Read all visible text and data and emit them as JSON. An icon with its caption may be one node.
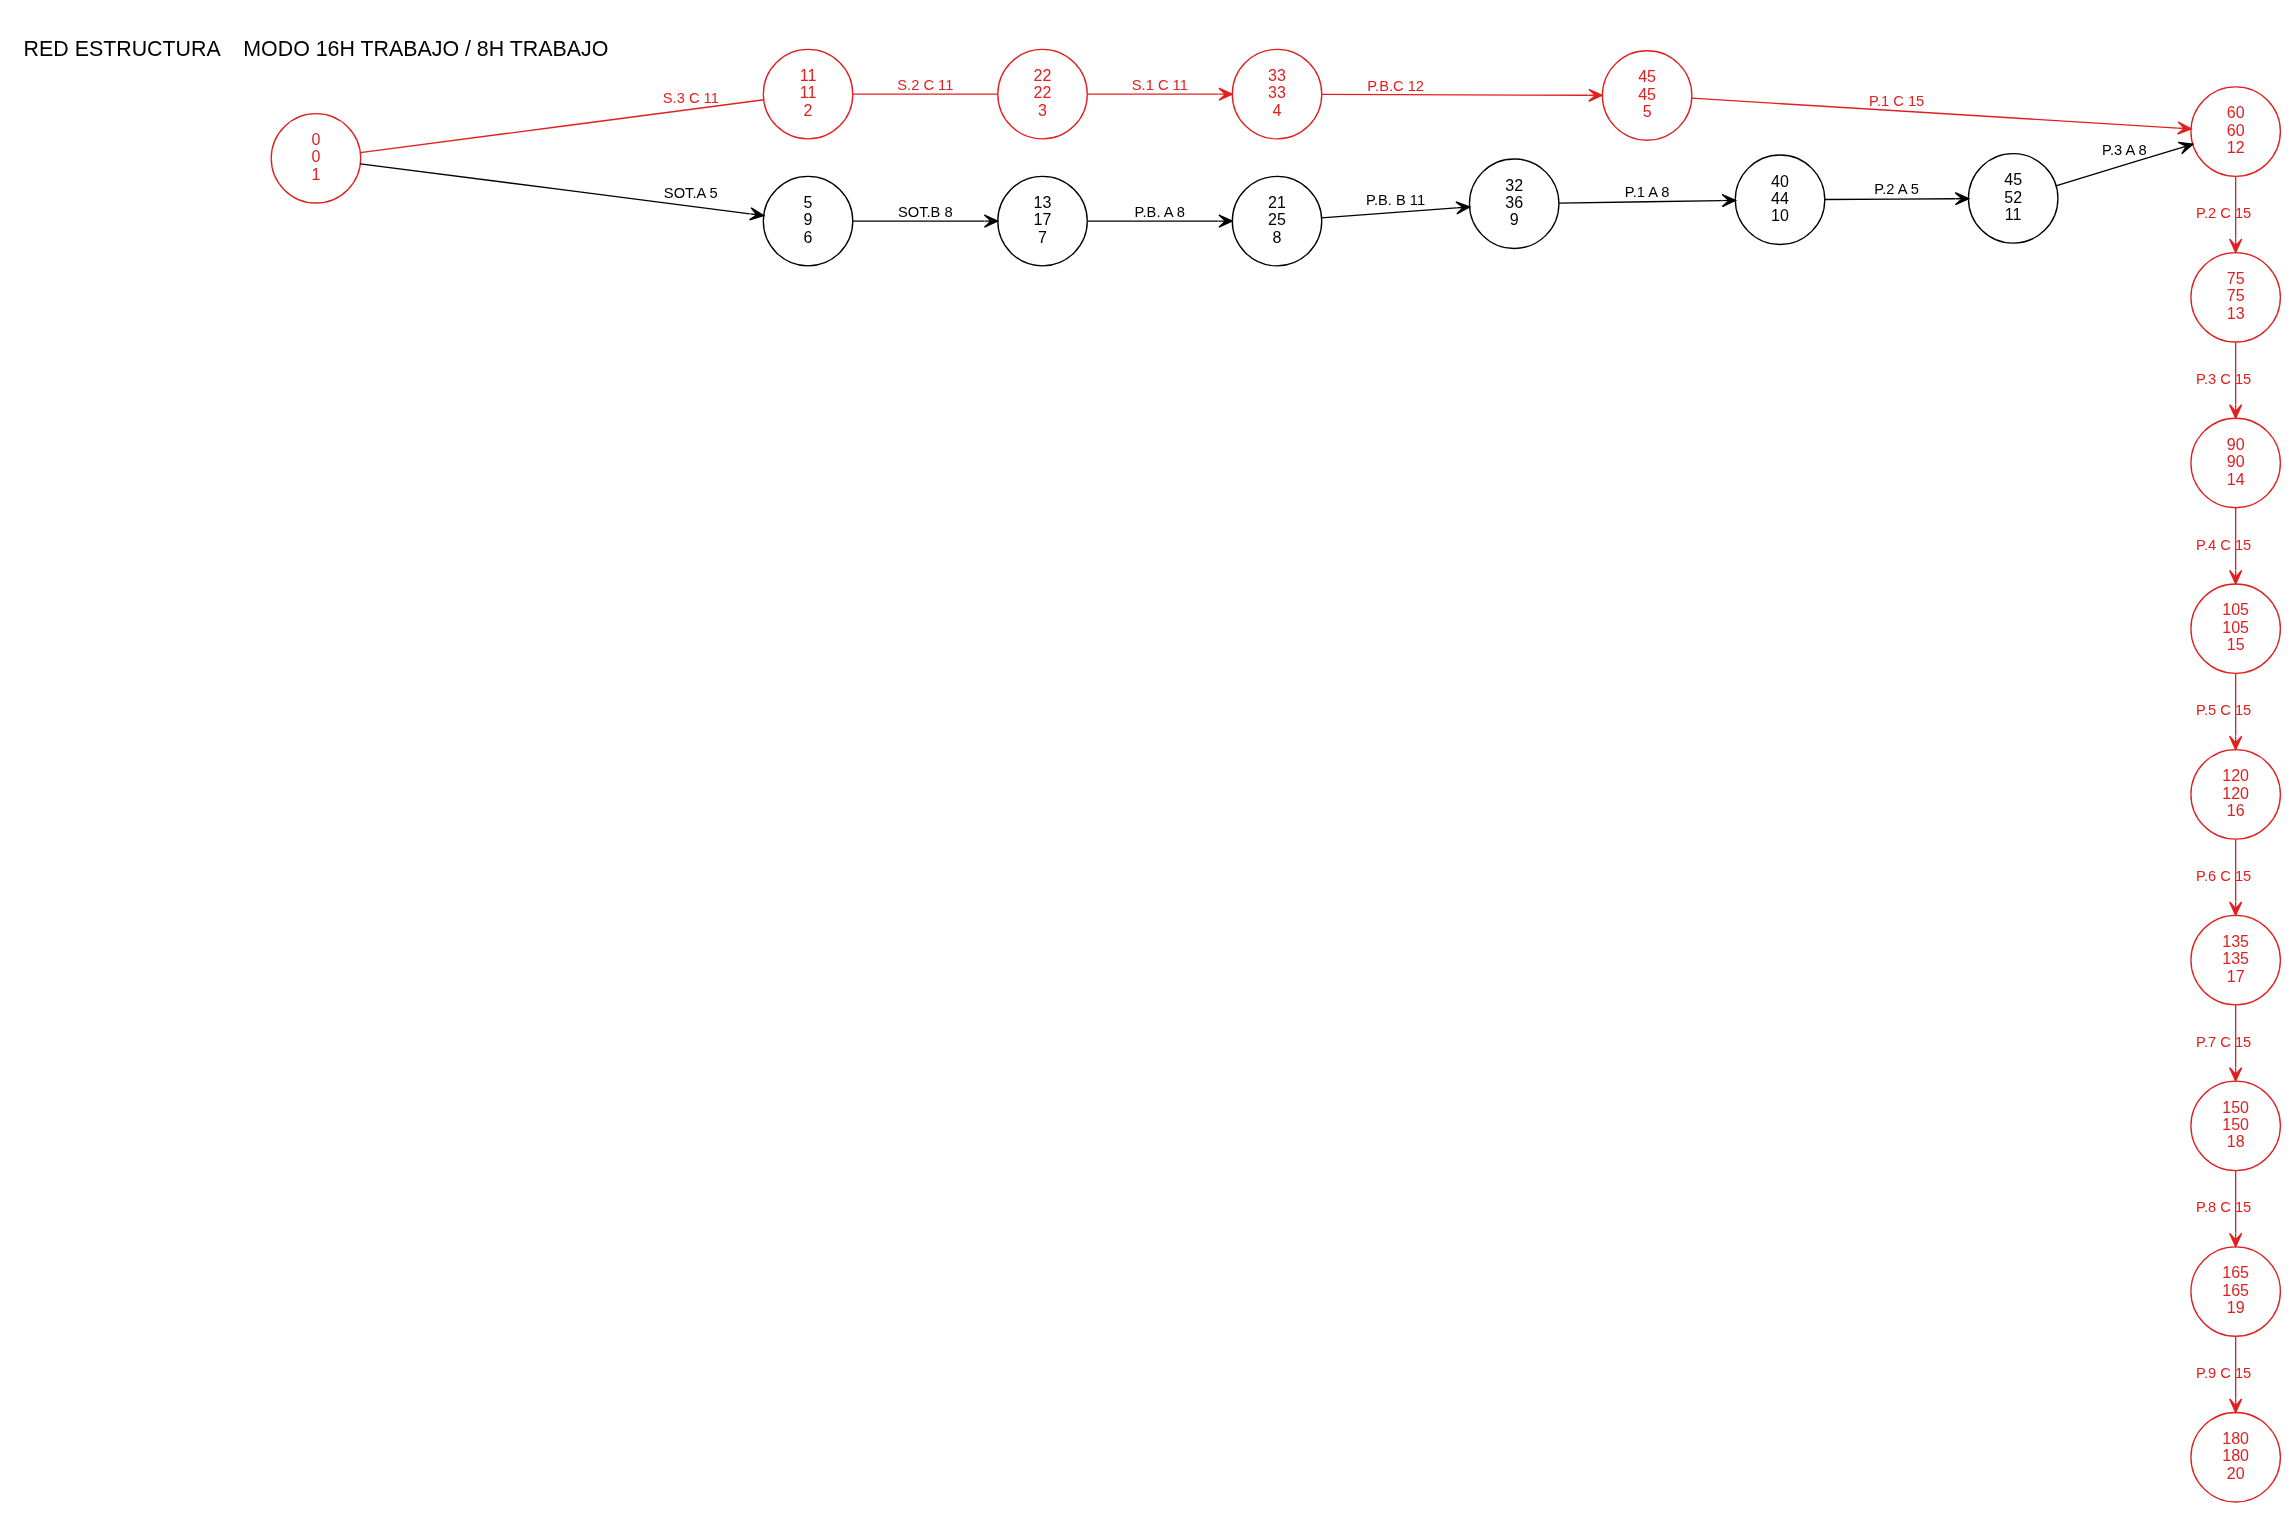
{
  "diagram": {
    "nodes": [
      {
        "text": [
          "0",
          "0",
          "1"
        ]
      },
      {
        "text": [
          "11",
          "11",
          "2"
        ]
      },
      {
        "text": [
          "22",
          "22",
          "3"
        ]
      },
      {
        "text": [
          "33",
          "33",
          "4"
        ]
      },
      {
        "text": [
          "45",
          "45",
          "5"
        ]
      },
      {
        "text": [
          "5",
          "9",
          "6"
        ]
      },
      {
        "text": [
          "13",
          "17",
          "7"
        ]
      },
      {
        "text": [
          "21",
          "25",
          "8"
        ]
      },
      {
        "text": [
          "32",
          "36",
          "9"
        ]
      },
      {
        "text": [
          "40",
          "44",
          "10"
        ]
      },
      {
        "text": [
          "45",
          "52",
          "11"
        ]
      },
      {
        "text": [
          "60",
          "60",
          "12"
        ]
      },
      {
        "text": [
          "75",
          "75",
          "13"
        ]
      },
      {
        "text": [
          "90",
          "90",
          "14"
        ]
      },
      {
        "text": [
          "105",
          "105",
          "15"
        ]
      },
      {
        "text": [
          "120",
          "120",
          "16"
        ]
      },
      {
        "text": [
          "135",
          "135",
          "17"
        ]
      },
      {
        "text": [
          "150",
          "150",
          "18"
        ]
      },
      {
        "text": [
          "165",
          "165",
          "19"
        ]
      },
      {
        "text": [
          "180",
          "180",
          "20"
        ]
      }
    ],
    "edges": [
      {
        "from": 0,
        "to": 1,
        "arrow": "none",
        "label": "S.3 C 11"
      },
      {
        "from": 1,
        "to": 2,
        "arrow": "none",
        "label": "S.2 C 11"
      },
      {
        "from": 2,
        "to": 3,
        "arrow": "to",
        "label": "S.1 C 11"
      },
      {
        "from": 3,
        "to": 4,
        "arrow": "to",
        "label": "P.B.C 12"
      },
      {
        "from": 4,
        "to": 11,
        "arrow": "to",
        "label": "P.1 C 15"
      },
      {
        "from": 0,
        "to": 5,
        "arrow": "to",
        "label": "SOT.A 5",
        "color": "#000000"
      },
      {
        "from": 5,
        "to": 6,
        "arrow": "to",
        "label": "SOT.B 8",
        "color": "#000000"
      },
      {
        "from": 6,
        "to": 7,
        "arrow": "to",
        "label": "P.B. A 8",
        "color": "#000000"
      },
      {
        "from": 7,
        "to": 8,
        "arrow": "to",
        "label": "P.B. B 11",
        "color": "#000000"
      },
      {
        "from": 8,
        "to": 9,
        "arrow": "to",
        "label": "P.1 A 8",
        "color": "#000000"
      },
      {
        "from": 9,
        "to": 10,
        "arrow": "to",
        "label": "P.2 A 5",
        "color": "#000000"
      },
      {
        "from": 10,
        "to": 11,
        "arrow": "to",
        "label": "P.3 A 8",
        "color": "#000000"
      },
      {
        "from": 11,
        "to": 12,
        "arrow": "to",
        "label": "P.2 C 15"
      },
      {
        "from": 12,
        "to": 13,
        "arrow": "to",
        "label": "P.3 C 15"
      },
      {
        "from": 13,
        "to": 14,
        "arrow": "to",
        "label": "P.4 C 15"
      },
      {
        "from": 14,
        "to": 15,
        "arrow": "to",
        "label": "P.5 C 15"
      },
      {
        "from": 15,
        "to": 16,
        "arrow": "to",
        "label": "P.6 C 15"
      },
      {
        "from": 16,
        "to": 17,
        "arrow": "to",
        "label": "P.7 C 15"
      },
      {
        "from": 17,
        "to": 18,
        "arrow": "to",
        "label": "P.8 C 15"
      },
      {
        "from": 18,
        "to": 19,
        "arrow": "to",
        "label": "P.9 C 15"
      }
    ],
    "labels": [
      "RED ESTRUCTURA    MODO 16H TRABAJO / 8H TRABAJO"
    ]
  }
}
